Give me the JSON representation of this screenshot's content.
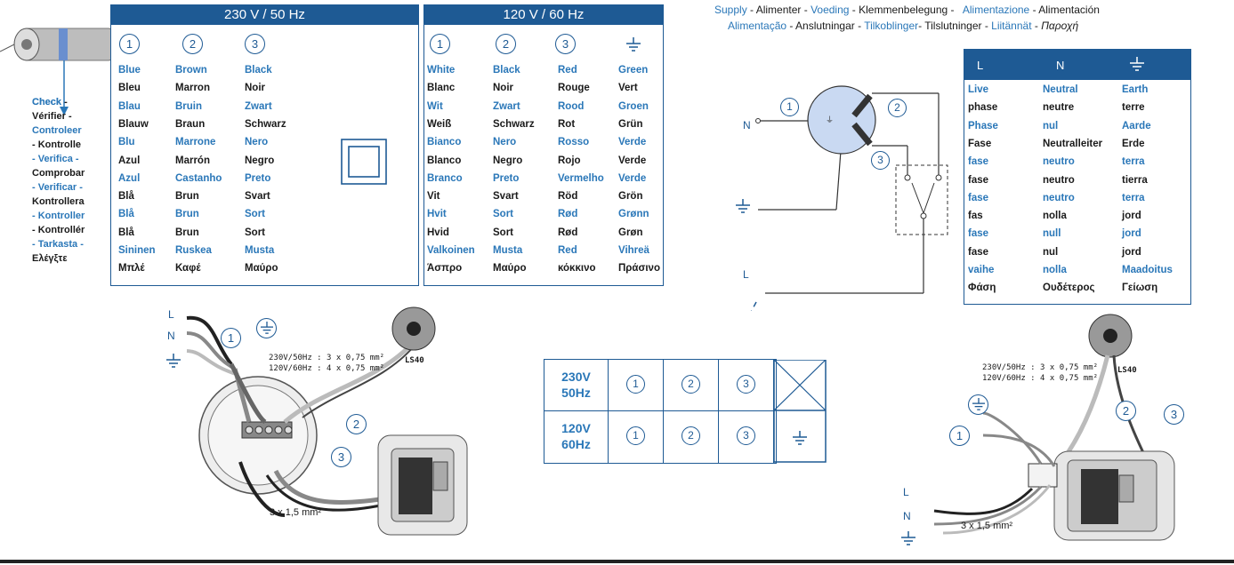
{
  "table230": {
    "header": "230 V / 50 Hz",
    "numbers": [
      "1",
      "2",
      "3"
    ],
    "rows": [
      [
        "Blue",
        "Brown",
        "Black"
      ],
      [
        "Bleu",
        "Marron",
        "Noir"
      ],
      [
        "Blau",
        "Bruin",
        "Zwart"
      ],
      [
        "Blauw",
        "Braun",
        "Schwarz"
      ],
      [
        "Blu",
        "Marrone",
        "Nero"
      ],
      [
        "Azul",
        "Marrón",
        "Negro"
      ],
      [
        "Azul",
        "Castanho",
        "Preto"
      ],
      [
        "Blå",
        "Brun",
        "Svart"
      ],
      [
        "Blå",
        "Brun",
        "Sort"
      ],
      [
        "Blå",
        "Brun",
        "Sort"
      ],
      [
        "Sininen",
        "Ruskea",
        "Musta"
      ],
      [
        "Μπλέ",
        "Καφέ",
        "Μαύρο"
      ]
    ]
  },
  "table120": {
    "header": "120 V / 60 Hz",
    "numbers": [
      "1",
      "2",
      "3"
    ],
    "rows": [
      [
        "White",
        "Black",
        "Red",
        "Green"
      ],
      [
        "Blanc",
        "Noir",
        "Rouge",
        "Vert"
      ],
      [
        "Wit",
        "Zwart",
        "Rood",
        "Groen"
      ],
      [
        "Weiß",
        "Schwarz",
        "Rot",
        "Grün"
      ],
      [
        "Bianco",
        "Nero",
        "Rosso",
        "Verde"
      ],
      [
        "Blanco",
        "Negro",
        "Rojo",
        "Verde"
      ],
      [
        "Branco",
        "Preto",
        "Vermelho",
        "Verde"
      ],
      [
        "Vit",
        "Svart",
        "Röd",
        "Grön"
      ],
      [
        "Hvit",
        "Sort",
        "Rød",
        "Grønn"
      ],
      [
        "Hvid",
        "Sort",
        "Rød",
        "Grøn"
      ],
      [
        "Valkoinen",
        "Musta",
        "Red",
        "Vihreä"
      ],
      [
        "Άσπρο",
        "Μαύρο",
        "κόκκινο",
        "Πράσινο"
      ]
    ]
  },
  "check": [
    "Check",
    "-",
    "Vérifier -",
    "Controleer",
    "- Kontrolle",
    "- Verifica -",
    "Comprobar",
    "- Verificar -",
    "Kontrollera",
    "- Kontroller",
    "- Kontrollér",
    "- Tarkasta -",
    "Ελέγξτε"
  ],
  "supply": {
    "line1": [
      {
        "t": "Supply",
        "c": "blue"
      },
      {
        "t": " - Alimenter - ",
        "c": "blk"
      },
      {
        "t": "Voeding",
        "c": "blue"
      },
      {
        "t": " - Klemmenbelegung -   ",
        "c": "blk"
      },
      {
        "t": "Alimentazione",
        "c": "blue"
      },
      {
        "t": " - Alimentación",
        "c": "blk"
      }
    ],
    "line2": [
      {
        "t": "Alimentação",
        "c": "blue"
      },
      {
        "t": " - Anslutningar - ",
        "c": "blk"
      },
      {
        "t": "Tilkoblinger",
        "c": "blue"
      },
      {
        "t": "- Tilslutninger - ",
        "c": "blk"
      },
      {
        "t": "Liitännät",
        "c": "blue"
      },
      {
        "t": " - ",
        "c": "blk"
      },
      {
        "t": "Παροχή",
        "c": "blk"
      }
    ]
  },
  "lne": {
    "headers": [
      "L",
      "N"
    ],
    "rows": [
      [
        "Live",
        "Neutral",
        "Earth"
      ],
      [
        "phase",
        "neutre",
        "terre"
      ],
      [
        "Phase",
        "nul",
        "Aarde"
      ],
      [
        "Fase",
        "Neutralleiter",
        "Erde"
      ],
      [
        "fase",
        "neutro",
        "terra"
      ],
      [
        "fase",
        "neutro",
        "tierra"
      ],
      [
        "fase",
        "neutro",
        "terra"
      ],
      [
        "fas",
        "nolla",
        "jord"
      ],
      [
        "fase",
        "null",
        "jord"
      ],
      [
        "fase",
        "nul",
        "jord"
      ],
      [
        "vaihe",
        "nolla",
        "Maadoitus"
      ],
      [
        "Φάση",
        "Ουδέτερος",
        "Γείωση"
      ]
    ]
  },
  "midtable": {
    "row1": [
      "230V",
      "50Hz"
    ],
    "row2": [
      "120V",
      "60Hz"
    ],
    "numbers": [
      "1",
      "2",
      "3"
    ]
  },
  "left_diagram": {
    "L": "L",
    "N": "N",
    "cable1": "230V/50Hz : 3 x 0,75 mm²",
    "cable2": "120V/60Hz : 4 x 0,75 mm²",
    "ls40": "LS40",
    "cable3": "3 x 1,5 mm²",
    "n1": "1",
    "n2": "2",
    "n3": "3"
  },
  "schematic": {
    "N": "N",
    "L": "L",
    "n1": "1",
    "n2": "2",
    "n3": "3"
  },
  "right_diagram": {
    "cable1": "230V/50Hz : 3 x 0,75 mm²",
    "cable2": "120V/60Hz : 4 x 0,75 mm²",
    "ls40": "LS40",
    "n1": "1",
    "n2": "2",
    "n3": "3",
    "L": "L",
    "N": "N",
    "cable3": "3 x 1,5 mm²"
  },
  "colors": {
    "accent": "#1e5a94",
    "text_blue": "#2a77b8"
  }
}
